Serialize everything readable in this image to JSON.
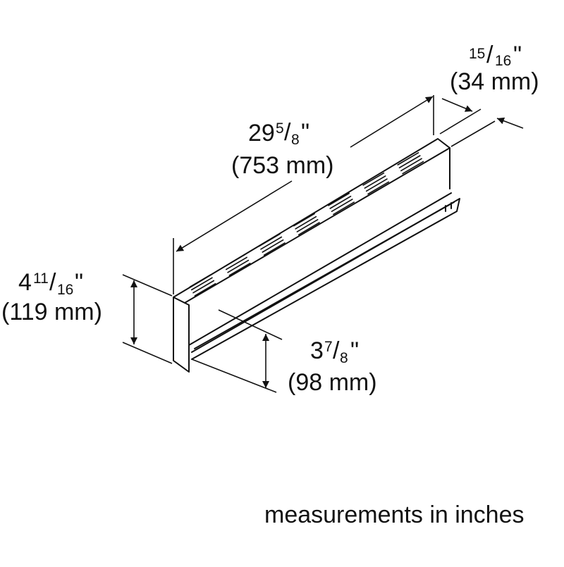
{
  "dimensions": {
    "depth": {
      "whole": "",
      "numerator": "15",
      "denominator": "16",
      "unit": "\"",
      "metric": "(34 mm)"
    },
    "width": {
      "whole": "29",
      "numerator": "5",
      "denominator": "8",
      "unit": "\"",
      "metric": "(753 mm)"
    },
    "height": {
      "whole": "4",
      "numerator": "11",
      "denominator": "16",
      "unit": "\"",
      "metric": "(119 mm)"
    },
    "inner_height": {
      "whole": "3",
      "numerator": "7",
      "denominator": "8",
      "unit": "\"",
      "metric": "(98 mm)"
    }
  },
  "caption": "measurements in inches",
  "colors": {
    "line": "#111111",
    "background": "#ffffff"
  }
}
